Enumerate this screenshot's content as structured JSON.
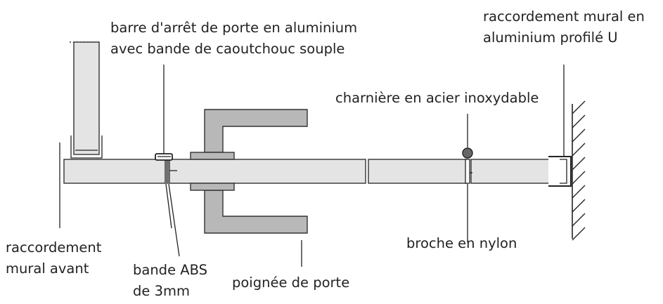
{
  "labels": {
    "door_stop_line1": "barre d'arrêt de porte en aluminium",
    "door_stop_line2": "avec bande de caoutchouc souple",
    "wall_u_line1": "raccordement mural en",
    "wall_u_line2": "aluminium profilé U",
    "hinge": "charnière en acier inoxydable",
    "front_wall_line1": "raccordement",
    "front_wall_line2": "mural avant",
    "abs_line1": "bande ABS",
    "abs_line2": "de 3mm",
    "handle": "poignée de porte",
    "nylon_pin": "broche en nylon"
  },
  "colors": {
    "panel_fill": "#e4e4e4",
    "handle_fill": "#b8b8b8",
    "hinge_knob": "#666666",
    "outline": "#333333"
  }
}
